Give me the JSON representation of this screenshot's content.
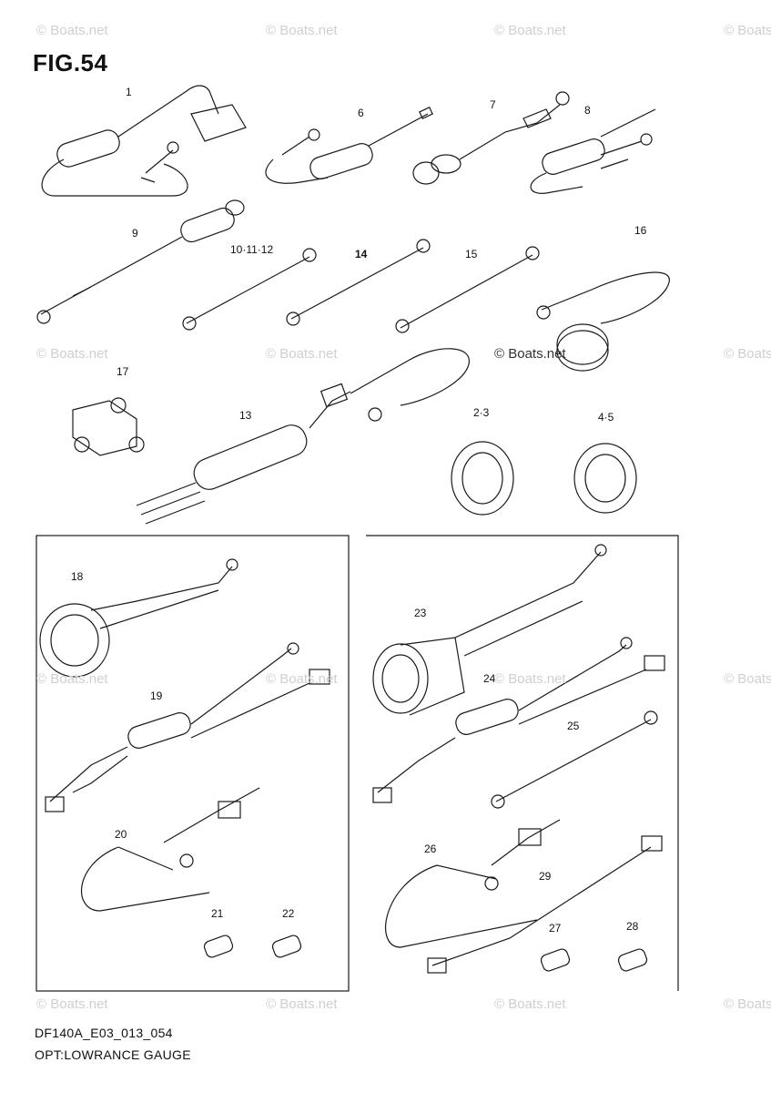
{
  "figure": {
    "title": "FIG.54"
  },
  "footer": {
    "code": "DF140A_E03_013_054",
    "caption": "OPT:LOWRANCE GAUGE"
  },
  "watermark": {
    "text": "© Boats.net"
  },
  "callouts": [
    "1",
    "6",
    "7",
    "8",
    "9",
    "10·11·12",
    "14",
    "15",
    "16",
    "17",
    "13",
    "2·3",
    "4·5",
    "18",
    "19",
    "20",
    "21",
    "22",
    "23",
    "24",
    "25",
    "26",
    "27",
    "28",
    "29"
  ],
  "colors": {
    "line": "#1a1a1a",
    "watermark": "#cfcfcf"
  }
}
